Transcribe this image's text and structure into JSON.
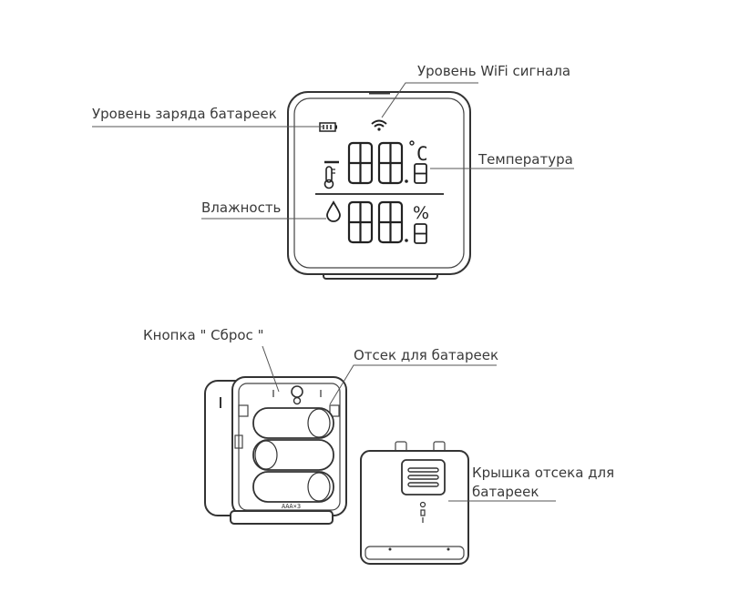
{
  "labels": {
    "wifi_level": "Уровень WiFi сигнала",
    "battery_level": "Уровень заряда батареек",
    "temperature": "Температура",
    "humidity": "Влажность",
    "reset_button": "Кнопка \" Сброс \"",
    "battery_compartment": "Отсек для батареек",
    "cover_line1": "Крышка отсека для",
    "cover_line2": "батареек"
  },
  "display": {
    "temp_unit": "C",
    "humidity_unit": "%",
    "battery_marking": "AAA×3"
  },
  "icons": {
    "wifi": "wifi-signal-icon",
    "battery": "battery-icon",
    "thermometer": "thermometer-icon",
    "humidity": "water-drop-icon",
    "reset": "reset-hole-icon"
  }
}
